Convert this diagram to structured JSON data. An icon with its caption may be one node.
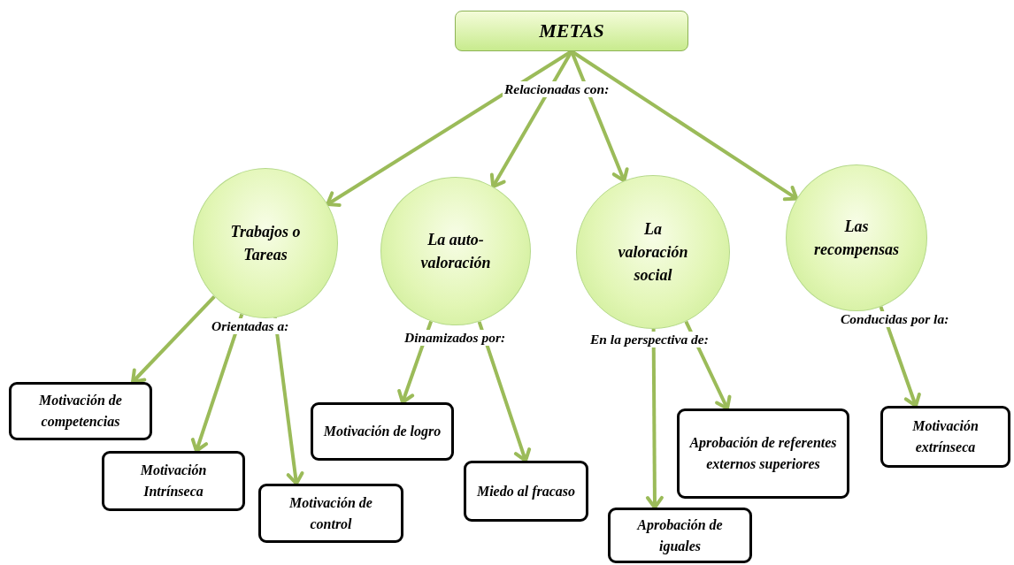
{
  "diagram": {
    "nodes": [
      {
        "text": [
          "METAS"
        ],
        "beside": [
          "Relacionadas con:"
        ]
      },
      {
        "text": [
          "Trabajos o Tareas"
        ],
        "beside": [
          "Orientadas a:"
        ]
      },
      {
        "text": [
          "La auto-valoración"
        ],
        "beside": [
          "Dinamizados por:"
        ]
      },
      {
        "text": [
          "La valoración social"
        ],
        "beside": [
          "En la perspectiva de:"
        ]
      },
      {
        "text": [
          "Las recompensas"
        ],
        "beside": [
          "Conducidas por la:"
        ]
      },
      {
        "text": [
          "Motivación de competencias"
        ]
      },
      {
        "text": [
          "Motivación Intrínseca"
        ]
      },
      {
        "text": [
          "Motivación de control"
        ]
      },
      {
        "text": [
          "Motivación de logro"
        ]
      },
      {
        "text": [
          "Miedo al fracaso"
        ]
      },
      {
        "text": [
          "Aprobación de iguales"
        ]
      },
      {
        "text": [
          "Aprobación de referentes externos superiores"
        ]
      },
      {
        "text": [
          "Motivación extrínseca"
        ]
      }
    ],
    "edges": [
      {
        "from": 0,
        "to": 1,
        "arrow": "to"
      },
      {
        "from": 0,
        "to": 2,
        "arrow": "to"
      },
      {
        "from": 0,
        "to": 3,
        "arrow": "to"
      },
      {
        "from": 0,
        "to": 4,
        "arrow": "to"
      },
      {
        "from": 1,
        "to": 5,
        "arrow": "to"
      },
      {
        "from": 1,
        "to": 6,
        "arrow": "to"
      },
      {
        "from": 1,
        "to": 7,
        "arrow": "to"
      },
      {
        "from": 2,
        "to": 8,
        "arrow": "to"
      },
      {
        "from": 2,
        "to": 9,
        "arrow": "to"
      },
      {
        "from": 3,
        "to": 10,
        "arrow": "to"
      },
      {
        "from": 3,
        "to": 11,
        "arrow": "to"
      },
      {
        "from": 4,
        "to": 12,
        "arrow": "to"
      }
    ]
  }
}
